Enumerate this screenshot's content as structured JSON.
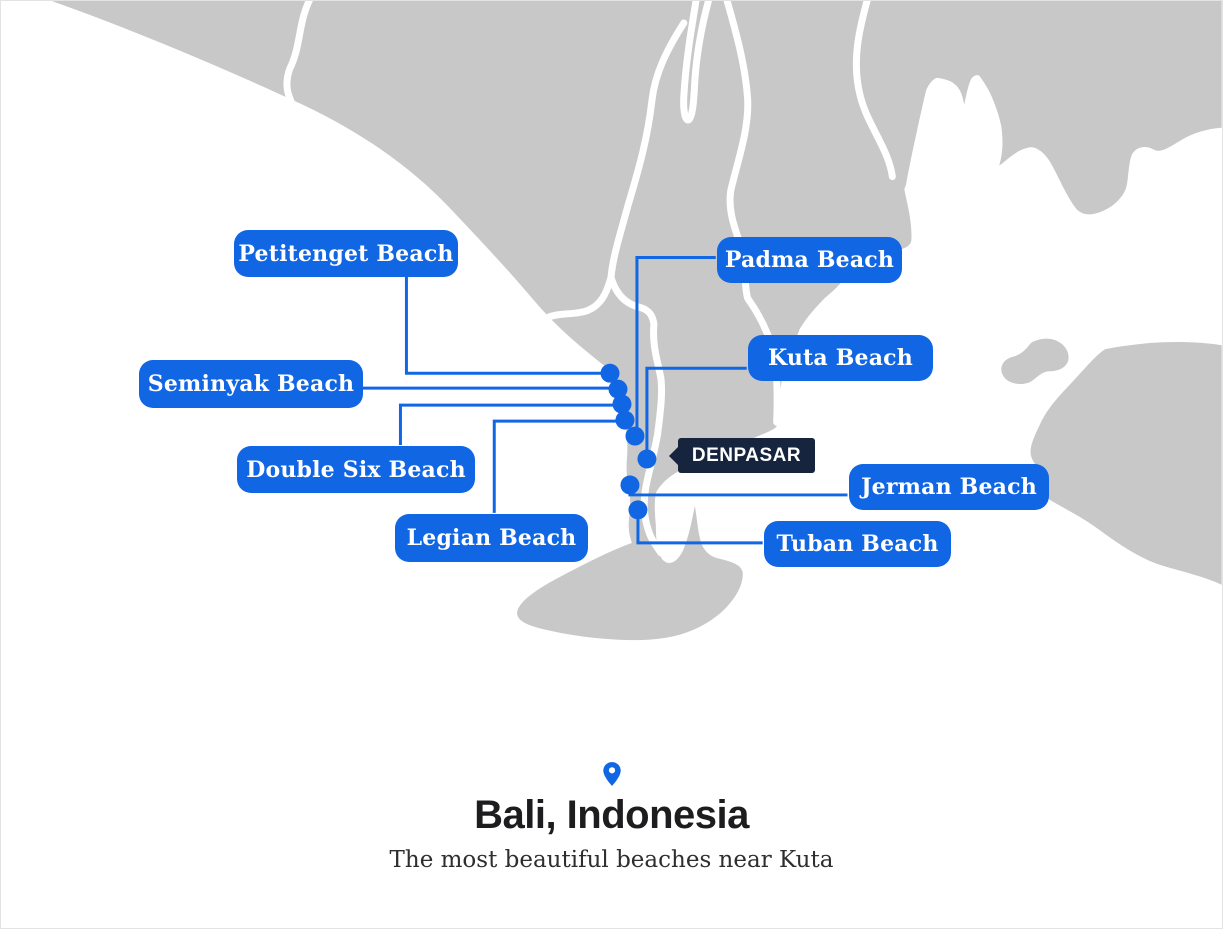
{
  "map": {
    "city": {
      "label": "DENPASAR"
    },
    "beaches": [
      {
        "name": "Petitenget Beach"
      },
      {
        "name": "Seminyak Beach"
      },
      {
        "name": "Double Six Beach"
      },
      {
        "name": "Legian Beach"
      },
      {
        "name": "Padma Beach"
      },
      {
        "name": "Kuta Beach"
      },
      {
        "name": "Jerman Beach"
      },
      {
        "name": "Tuban Beach"
      }
    ],
    "marker_count": 8
  },
  "footer": {
    "pin_icon": "map-pin-icon",
    "title": "Bali, Indonesia",
    "subtitle": "The most beautiful beaches near Kuta"
  },
  "colors": {
    "label_blue": "#1166e4",
    "connector_blue": "#1166e4",
    "city_navy": "#16243d",
    "land_gray": "#c8c8c8",
    "sea_white": "#ffffff",
    "title_black": "#1d1d1f",
    "subtitle_gray": "#2e2e2e"
  }
}
